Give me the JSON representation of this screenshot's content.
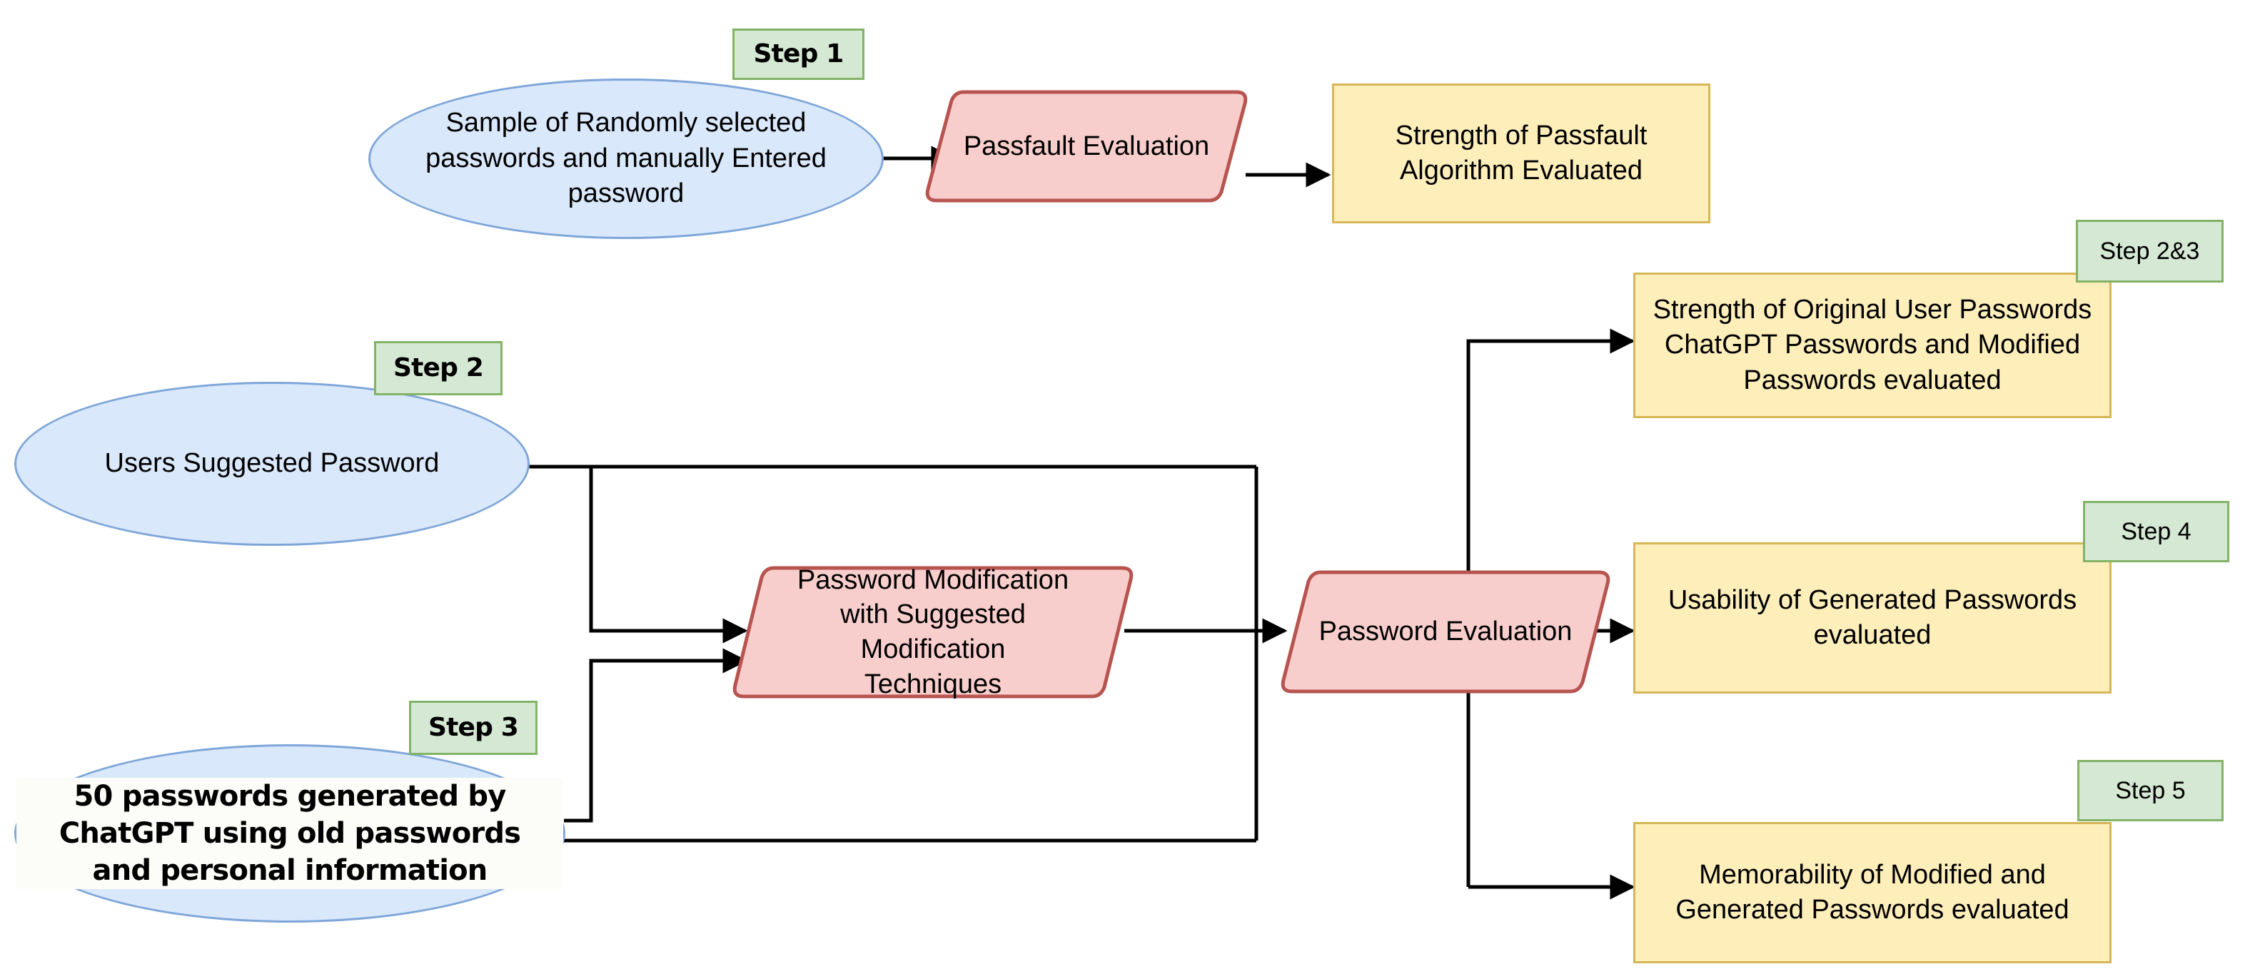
{
  "diagram": {
    "title": "Password study methodology flowchart",
    "colors": {
      "ellipse_fill": "#dae8fc",
      "ellipse_stroke": "#7ea6d9",
      "process_fill": "#f8cecc",
      "process_stroke": "#b85450",
      "result_fill": "#fdeeba",
      "result_stroke": "#d6b656",
      "step_fill": "#d5e8d4",
      "step_stroke": "#82b366",
      "connector": "#000000",
      "background": "#ffffff"
    },
    "inputs": [
      {
        "id": "input-random-sample",
        "text": "Sample of Randomly selected passwords and manually Entered password",
        "style": "plain"
      },
      {
        "id": "input-users-suggested",
        "text": "Users Suggested Password",
        "style": "plain"
      },
      {
        "id": "input-chatgpt-passwords",
        "text": "50 passwords generated by ChatGPT using old passwords and personal information",
        "style": "handwriting"
      }
    ],
    "processes": [
      {
        "id": "process-passfault-evaluation",
        "text": "Passfault Evaluation"
      },
      {
        "id": "process-password-modification",
        "text": "Password Modification with Suggested Modification Techniques"
      },
      {
        "id": "process-password-evaluation",
        "text": "Password Evaluation"
      }
    ],
    "results": [
      {
        "id": "result-passfault-strength",
        "text": "Strength of Passfault Algorithm Evaluated"
      },
      {
        "id": "result-original-chatgpt-modified-strength",
        "text": "Strength of Original User Passwords ChatGPT Passwords and Modified Passwords evaluated"
      },
      {
        "id": "result-usability",
        "text": "Usability of Generated Passwords evaluated"
      },
      {
        "id": "result-memorability",
        "text": "Memorability of Modified and Generated Passwords evaluated"
      }
    ],
    "steps": [
      {
        "id": "step-1",
        "label": "Step 1",
        "style": "handwriting"
      },
      {
        "id": "step-2",
        "label": "Step 2",
        "style": "handwriting"
      },
      {
        "id": "step-3",
        "label": "Step 3",
        "style": "handwriting"
      },
      {
        "id": "step-2-3",
        "label": "Step 2&3",
        "style": "plain"
      },
      {
        "id": "step-4",
        "label": "Step 4",
        "style": "plain"
      },
      {
        "id": "step-5",
        "label": "Step 5",
        "style": "plain"
      }
    ]
  }
}
